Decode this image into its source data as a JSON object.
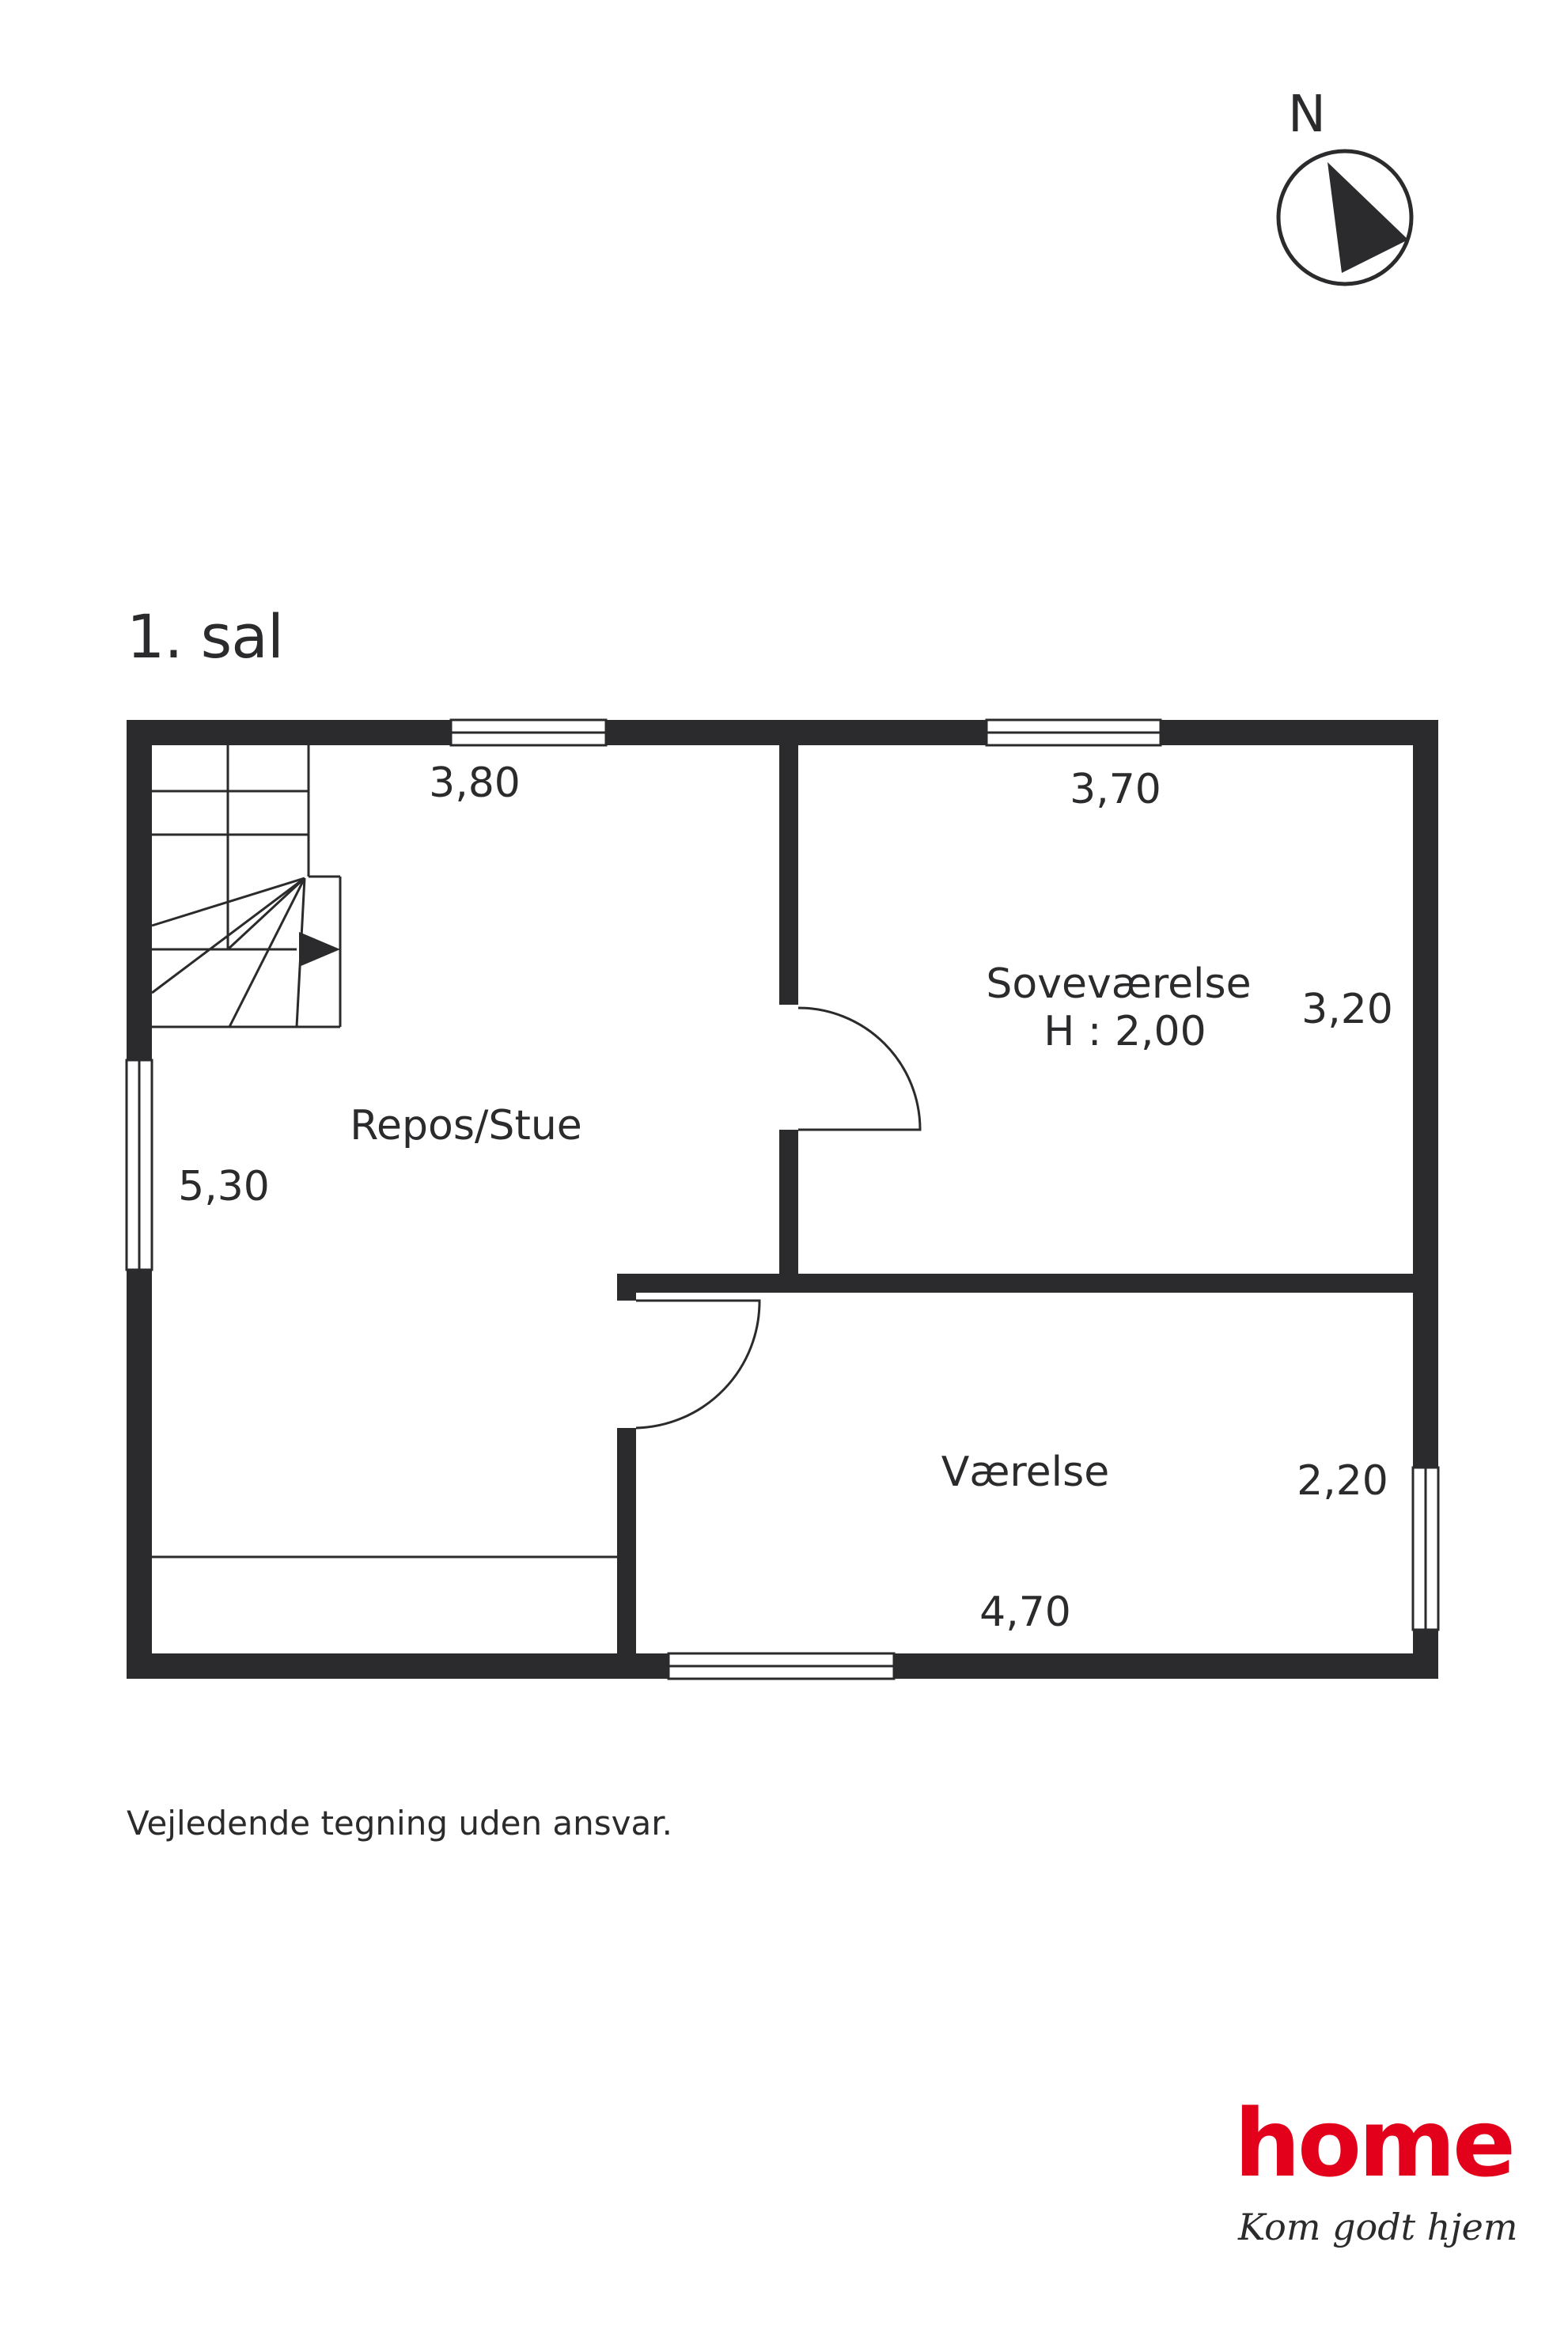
{
  "floor": {
    "title": "1. sal"
  },
  "compass": {
    "label": "N",
    "icon": "north-arrow-icon"
  },
  "rooms": {
    "repos": {
      "name": "Repos/Stue",
      "dim_top": "3,80",
      "dim_side": "5,30"
    },
    "sove": {
      "name": "Soveværelse",
      "height": "H : 2,00",
      "dim_top": "3,70",
      "dim_side": "3,20"
    },
    "vaerelse": {
      "name": "Værelse",
      "dim_bottom": "4,70",
      "dim_side": "2,20"
    }
  },
  "disclaimer": "Vejledende tegning uden ansvar.",
  "logo": {
    "word": "home",
    "tagline": "Kom godt hjem",
    "color": "#e2001a"
  },
  "colors": {
    "wall": "#2b2b2d",
    "line": "#2b2b2d"
  }
}
